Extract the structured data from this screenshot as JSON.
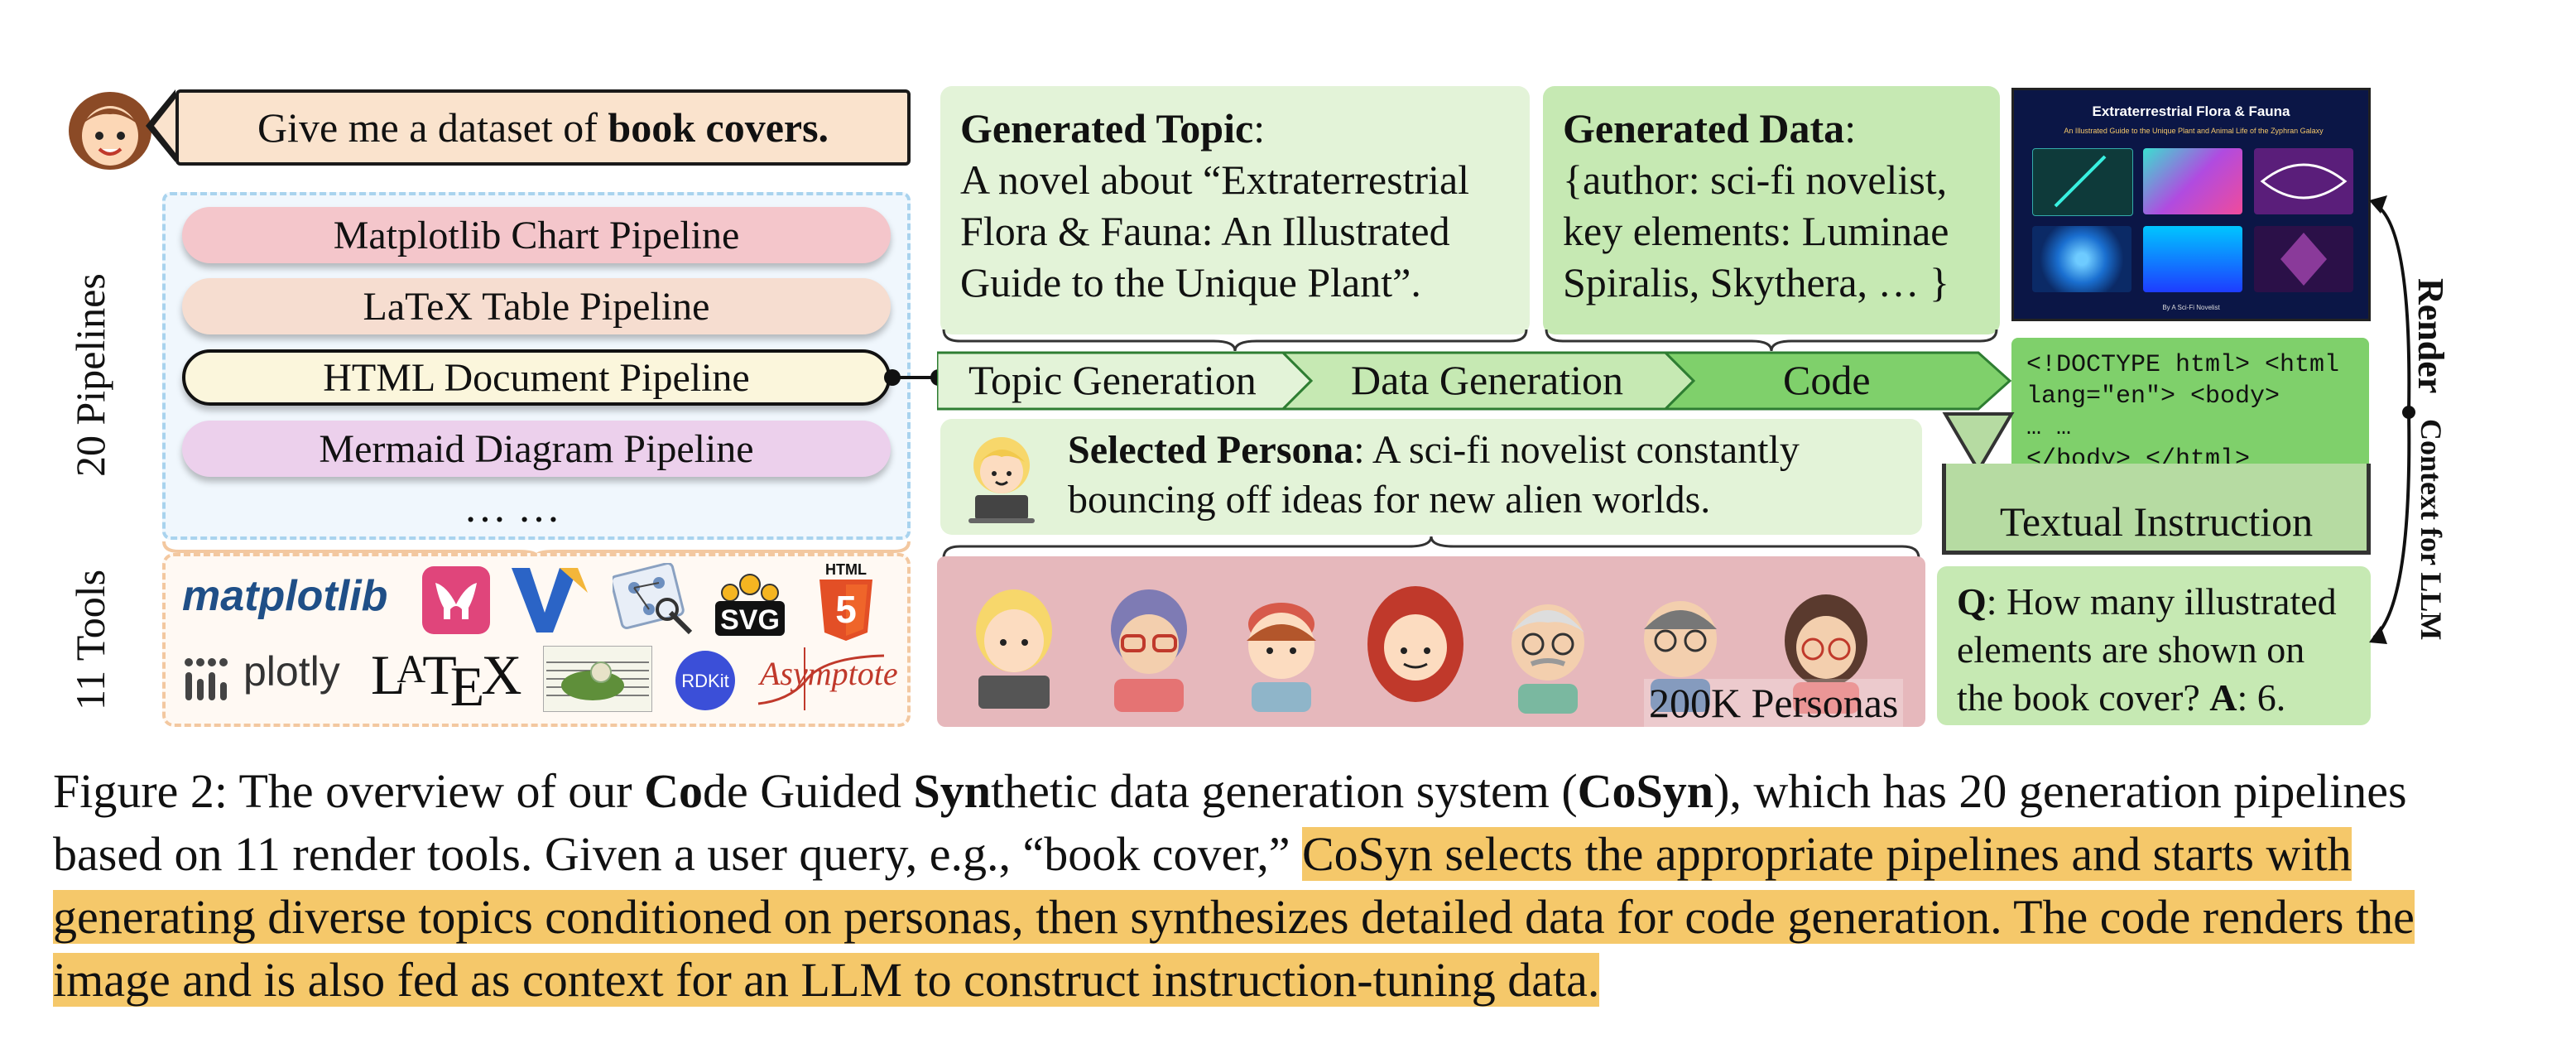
{
  "query": {
    "prefix": "Give me a dataset of ",
    "bold": "book covers."
  },
  "pipelines": {
    "side_label": "20 Pipelines",
    "items": [
      {
        "label": "Matplotlib Chart Pipeline",
        "color": "#f4c6cb"
      },
      {
        "label": "LaTeX Table Pipeline",
        "color": "#f6ddd0"
      },
      {
        "label": "HTML Document Pipeline",
        "color": "#fbf6dc"
      },
      {
        "label": "Mermaid Diagram Pipeline",
        "color": "#ecd0ec"
      }
    ],
    "ellipsis": "… …"
  },
  "tools": {
    "side_label": "11 Tools",
    "logos": [
      "matplotlib",
      "plotly",
      "RDKit",
      "Asymptote",
      "SVG",
      "HTML",
      "5"
    ]
  },
  "generated_topic": {
    "label": "Generated Topic",
    "colon": ":",
    "text": "A novel about “Extraterrestrial Flora & Fauna: An Illustrated Guide to the Unique Plant”."
  },
  "generated_data": {
    "label": "Generated Data",
    "colon": ":",
    "text": "{author: sci-fi novelist, key elements: Luminae Spiralis, Skythera, … }"
  },
  "flow": {
    "step1": "Topic Generation",
    "step2": "Data Generation",
    "step3": "Code"
  },
  "persona": {
    "label": "Selected Persona",
    "text": ": A sci-fi novelist constantly bouncing off ideas for new alien worlds.",
    "count_label": "200K Personas"
  },
  "cover": {
    "title": "Extraterrestrial Flora & Fauna",
    "subtitle": "An Illustrated Guide to the Unique Plant and Animal Life of the Zyphran Galaxy",
    "byline": "By A Sci-Fi Novelist"
  },
  "render_label": "Render",
  "context_label": "Context for LLM",
  "code": {
    "line1": "<!DOCTYPE html> <html",
    "line2": "lang=\"en\"> <body>",
    "line3": "… …",
    "line4": "</body> </html>"
  },
  "textual_instruction": "Textual Instruction",
  "qa": {
    "q_label": "Q",
    "q_text": ": How many illustrated elements are shown on the book cover? ",
    "a_label": "A",
    "a_text": ": 6."
  },
  "caption": {
    "part1": "Figure 2: The overview of our ",
    "b1": "Co",
    "part2": "de Guided ",
    "b2": "Syn",
    "part3": "thetic data generation system (",
    "b3": "CoSyn",
    "part4": "), which has 20 generation pipelines based on 11 render tools. Given a user query, e.g., “book cover,” ",
    "highlight": "CoSyn selects the appropriate pipelines and starts with generating diverse topics conditioned on personas, then synthesizes detailed data for code generation. The code renders the image and is also fed as context for an LLM to construct instruction-tuning data."
  },
  "colors": {
    "green_light": "#e3f3d8",
    "green_mid": "#c6e9b3",
    "green_dark": "#7fd06b",
    "highlight": "#f5c86a",
    "persona_strip": "#e6b8bc"
  }
}
